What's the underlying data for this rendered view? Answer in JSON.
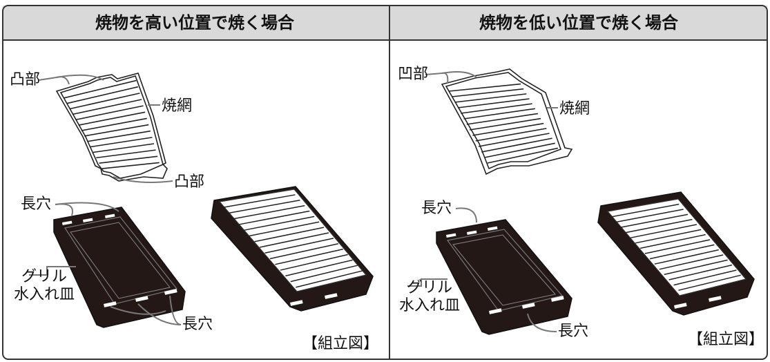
{
  "columns": [
    {
      "header": "焼物を高い位置で焼く場合",
      "labels": {
        "bump_top": "凸部",
        "grill_net": "焼網",
        "bump_bottom": "凸部",
        "slot_top": "長穴",
        "water_tray": "グリル\n水入れ皿",
        "slot_bottom": "長穴",
        "assembly": "【組立図】"
      }
    },
    {
      "header": "焼物を低い位置で焼く場合",
      "labels": {
        "dent_top": "凹部",
        "grill_net": "焼網",
        "slot_top": "長穴",
        "water_tray": "グリル\n水入れ皿",
        "slot_bottom": "長穴",
        "assembly": "【組立図】"
      }
    }
  ],
  "colors": {
    "header_bg": "#d9d9d9",
    "border": "#333333",
    "tray_fill": "#231815",
    "wire": "#222222"
  }
}
